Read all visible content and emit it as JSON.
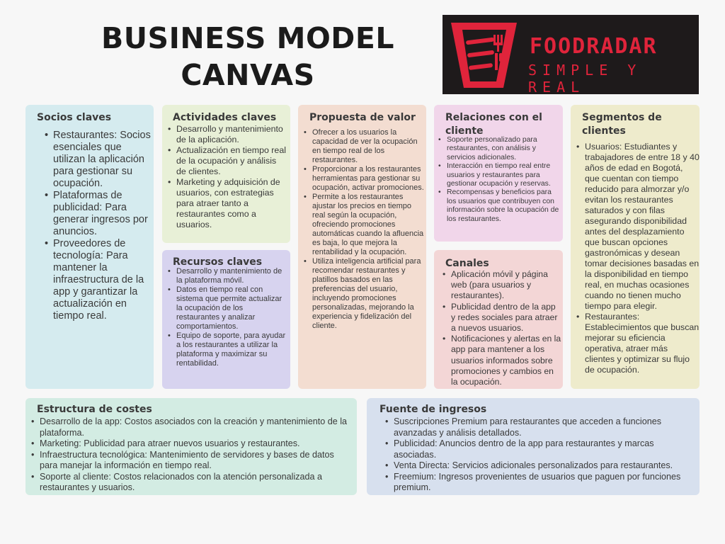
{
  "title": {
    "line1": "BUSINESS MODEL",
    "line2": "CANVAS"
  },
  "logo": {
    "name": "FOODRADAR",
    "tagline": "SIMPLE Y REAL",
    "icon": "clipboard-utensils-icon",
    "brand_color": "#e0243b"
  },
  "socios": {
    "heading": "Socios claves",
    "items": [
      "Restaurantes: Socios esenciales que utilizan la aplicación para gestionar su ocupación.",
      "Plataformas de publicidad: Para generar ingresos por anuncios.",
      "Proveedores de tecnología: Para mantener la infraestructura de la app y garantizar la actualización en tiempo real."
    ]
  },
  "actividades": {
    "heading": "Actividades claves",
    "items": [
      "Desarrollo y mantenimiento de la aplicación.",
      " Actualización en tiempo real de la ocupación y análisis de clientes.",
      "Marketing y adquisición de usuarios, con estrategias para atraer tanto a restaurantes como a usuarios."
    ]
  },
  "recursos": {
    "heading": "Recursos claves",
    "items": [
      "Desarrollo y mantenimiento de la plataforma móvil.",
      "Datos en tiempo real con sistema que permite actualizar la ocupación de los restaurantes y analizar comportamientos.",
      "Equipo de soporte, para ayudar a los restaurantes a utilizar la plataforma y maximizar su rentabilidad."
    ]
  },
  "propuesta": {
    "heading": "Propuesta de valor",
    "items": [
      "Ofrecer a los usuarios la capacidad de ver la ocupación en tiempo real de los restaurantes.",
      "Proporcionar a los restaurantes herramientas para gestionar su ocupación, activar promociones.",
      "Permite a los restaurantes ajustar los precios en tiempo real según la ocupación, ofreciendo promociones automáticas cuando la afluencia es baja, lo que mejora la rentabilidad y la ocupación.",
      "Utiliza inteligencia artificial para recomendar restaurantes y platillos basados en las preferencias del usuario, incluyendo promociones personalizadas, mejorando la experiencia y fidelización del cliente."
    ]
  },
  "relaciones": {
    "heading": "Relaciones con el cliente",
    "items": [
      "Soporte personalizado para restaurantes, con análisis y servicios adicionales.",
      "Interacción en tiempo real entre usuarios y restaurantes para gestionar ocupación y reservas.",
      "Recompensas y beneficios para los usuarios que contribuyen con información sobre la ocupación de los restaurantes."
    ]
  },
  "canales": {
    "heading": "Canales",
    "items": [
      "Aplicación móvil y página web (para usuarios y restaurantes).",
      "Publicidad dentro de la app y redes sociales para atraer a nuevos usuarios.",
      "Notificaciones y alertas en la app para mantener a los usuarios informados sobre promociones y cambios en la ocupación."
    ]
  },
  "segmentos": {
    "heading": "Segmentos de clientes",
    "items": [
      "Usuarios: Estudiantes y trabajadores de entre 18 y 40 años de edad en Bogotá, que cuentan con tiempo reducido para almorzar y/o evitan los restaurantes saturados y con filas asegurando disponibilidad antes del desplazamiento que buscan opciones gastronómicas y desean tomar decisiones basadas en la disponibilidad en tiempo real, en muchas ocasiones cuando no tienen mucho tiempo para elegir.",
      "Restaurantes: Establecimientos que buscan mejorar su eficiencia operativa, atraer más clientes y optimizar su flujo de ocupación."
    ]
  },
  "costes": {
    "heading": "Estructura de costes",
    "items": [
      "Desarrollo de la app: Costos asociados con la creación y mantenimiento de la plataforma.",
      "Marketing: Publicidad para atraer nuevos usuarios y restaurantes.",
      "Infraestructura tecnológica: Mantenimiento de servidores y bases de datos para manejar la información en tiempo real.",
      "Soporte al cliente: Costos relacionados con la atención personalizada a restaurantes y usuarios."
    ]
  },
  "ingresos": {
    "heading": "Fuente de ingresos",
    "items": [
      "Suscripciones Premium para restaurantes que acceden a funciones avanzadas y análisis detallados.",
      "Publicidad: Anuncios dentro de la app para restaurantes y marcas asociadas.",
      "Venta Directa: Servicios adicionales personalizados para restaurantes.",
      "Freemium: Ingresos provenientes de usuarios que paguen por funciones premium."
    ]
  }
}
